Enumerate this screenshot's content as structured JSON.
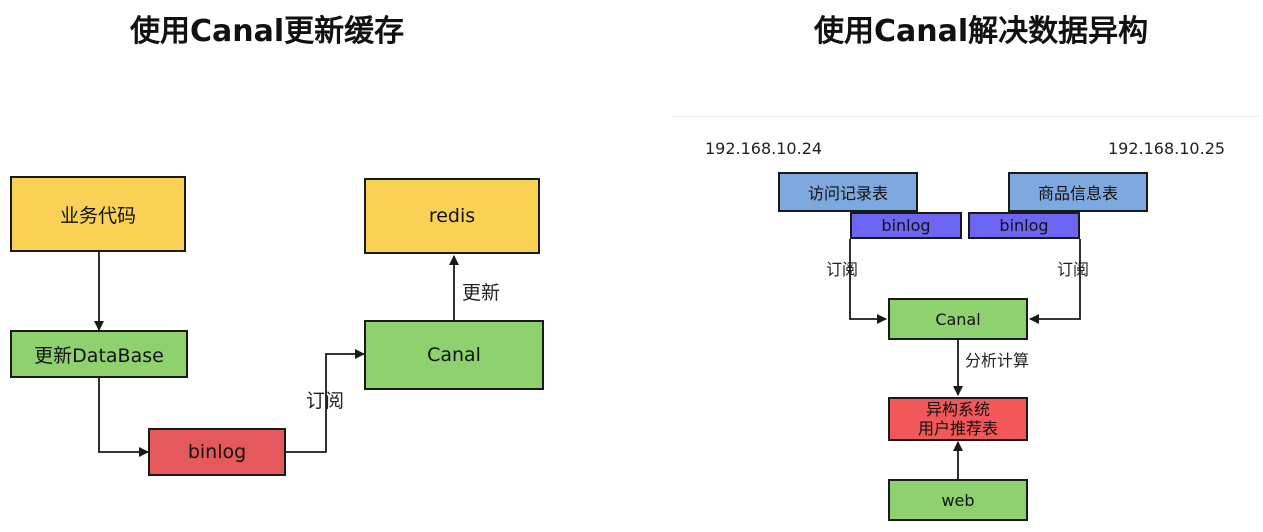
{
  "left": {
    "title": "使用Canal更新缓存",
    "nodes": {
      "business_code": "业务代码",
      "update_db": "更新DataBase",
      "binlog": "binlog",
      "canal": "Canal",
      "redis": "redis"
    },
    "edge_labels": {
      "subscribe": "订阅",
      "update": "更新"
    }
  },
  "right": {
    "title": "使用Canal解决数据异构",
    "ip_left": "192.168.10.24",
    "ip_right": "192.168.10.25",
    "nodes": {
      "access_log_table": "访问记录表",
      "product_info_table": "商品信息表",
      "binlog_left": "binlog",
      "binlog_right": "binlog",
      "canal": "Canal",
      "hetero_line1": "异构系统",
      "hetero_line2": "用户推荐表",
      "web": "web"
    },
    "edge_labels": {
      "subscribe_left": "订阅",
      "subscribe_right": "订阅",
      "analyze": "分析计算"
    }
  },
  "colors": {
    "yellow": "#f9d155",
    "green": "#8fd16f",
    "red": "#e5585c",
    "light_blue": "#7ea9df",
    "blue": "#6d66f3",
    "pink": "#f2575a"
  }
}
